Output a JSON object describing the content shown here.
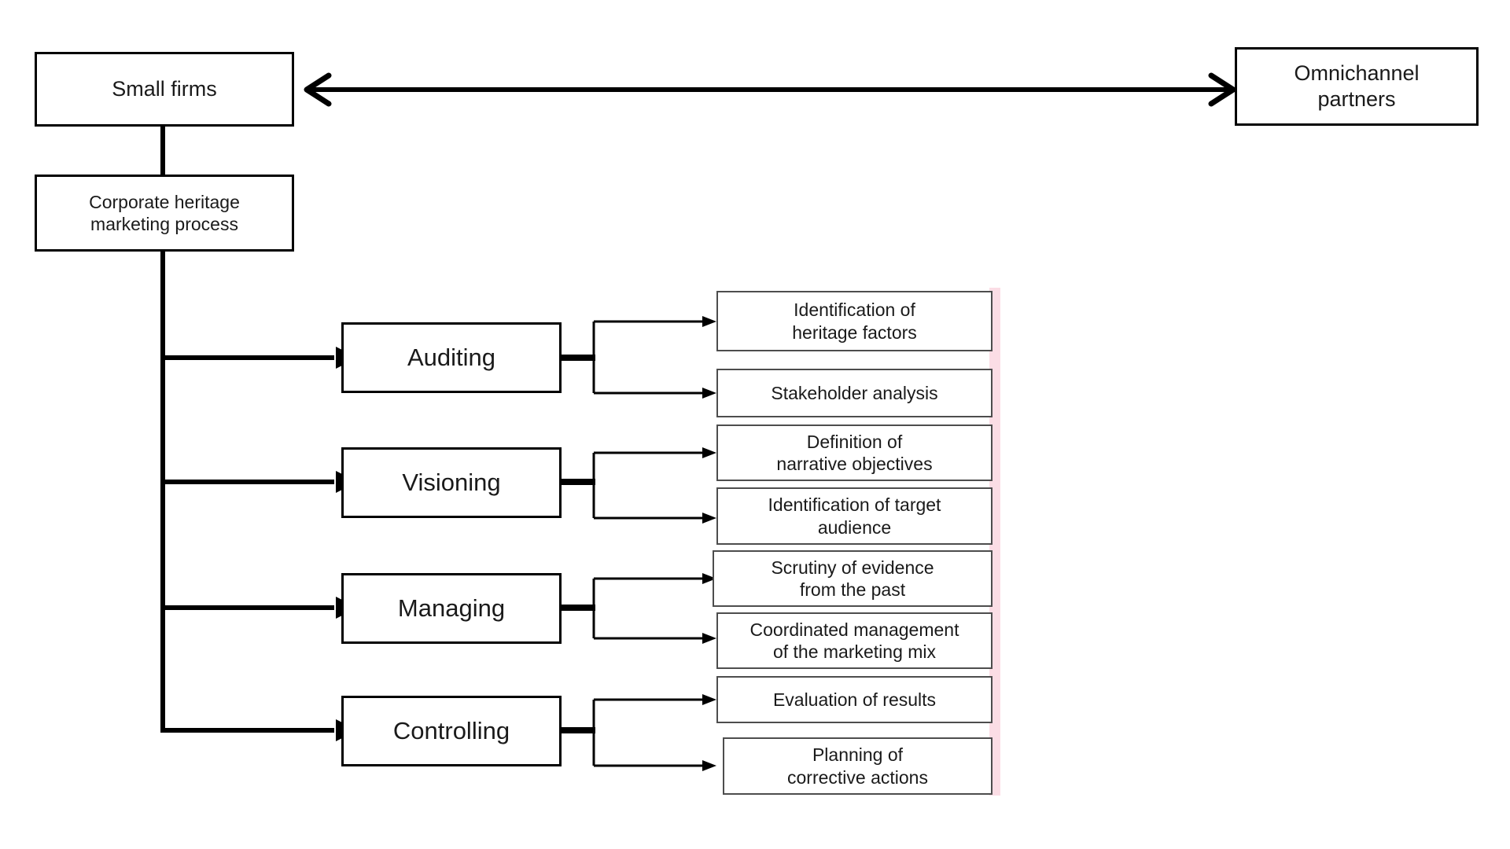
{
  "diagram": {
    "title": "Corporate heritage marketing process",
    "background_color": "#ffffff",
    "line_color": "#000000",
    "leaf_border_color": "#4d4d4d",
    "highlight_band_color": "#fbdde5"
  },
  "top_row": {
    "left_box": {
      "label": "Small firms"
    },
    "right_box": {
      "label": "Omnichannel\npartners"
    },
    "connector": {
      "type": "double-headed-arrow"
    }
  },
  "process_box": {
    "label": "Corporate heritage\nmarketing process"
  },
  "stages": [
    {
      "label": "Auditing",
      "items": [
        {
          "label": "Identification of\nheritage factors"
        },
        {
          "label": "Stakeholder analysis"
        }
      ]
    },
    {
      "label": "Visioning",
      "items": [
        {
          "label": "Definition of\nnarrative objectives"
        },
        {
          "label": "Identification of target\naudience"
        }
      ]
    },
    {
      "label": "Managing",
      "items": [
        {
          "label": "Scrutiny of evidence\nfrom the past"
        },
        {
          "label": "Coordinated management\nof the marketing mix"
        }
      ]
    },
    {
      "label": "Controlling",
      "items": [
        {
          "label": "Evaluation of results"
        },
        {
          "label": "Planning of\ncorrective actions"
        }
      ]
    }
  ]
}
